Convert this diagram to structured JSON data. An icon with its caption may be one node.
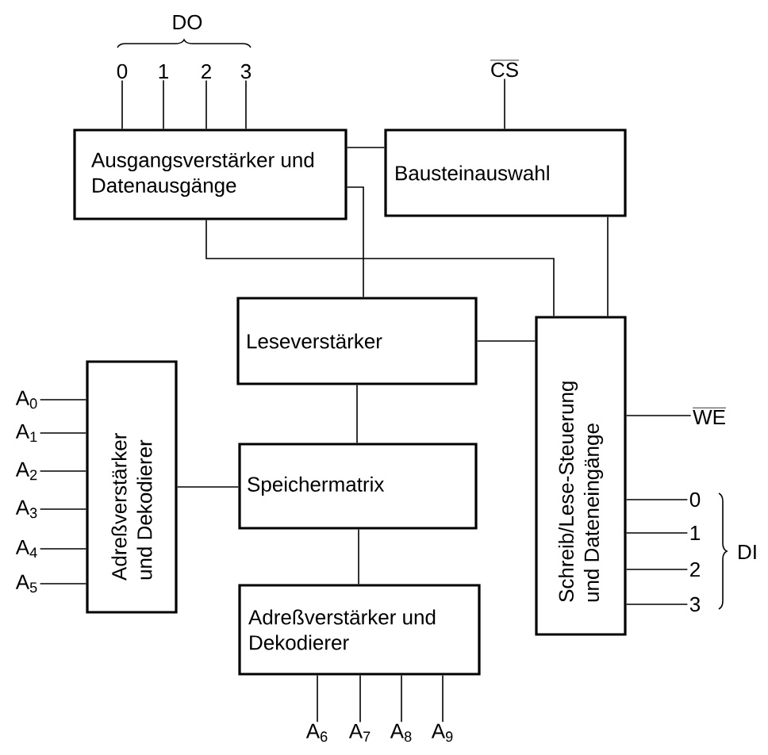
{
  "diagram": {
    "nodes": [
      {
        "text": [
          "Ausgangsverstärker und Datenausgänge"
        ]
      },
      {
        "text": [
          "Bausteinauswahl"
        ]
      },
      {
        "text": [
          "Leseverstärker"
        ]
      },
      {
        "text": [
          "Schreib/Lese-Steuerung und Dateneingänge"
        ]
      },
      {
        "text": [
          "Adreßverstärker und Dekodierer"
        ]
      },
      {
        "text": [
          "Speichermatrix"
        ]
      },
      {
        "text": [
          "Adreßverstärker und Dekodierer"
        ]
      },
      {
        "text": [
          "0"
        ]
      },
      {
        "text": [
          "1"
        ]
      },
      {
        "text": [
          "2"
        ]
      },
      {
        "text": [
          "3"
        ]
      },
      {
        "text": [
          "CS"
        ]
      },
      {
        "text": [
          "A$_{0}$"
        ]
      },
      {
        "text": [
          "A$_{1}$"
        ]
      },
      {
        "text": [
          "A$_{2}$"
        ]
      },
      {
        "text": [
          "A$_{3}$"
        ]
      },
      {
        "text": [
          "A$_{4}$"
        ]
      },
      {
        "text": [
          "A$_{5}$"
        ]
      },
      {
        "text": [
          "WE"
        ]
      },
      {
        "text": [
          "0"
        ]
      },
      {
        "text": [
          "1"
        ]
      },
      {
        "text": [
          "2"
        ]
      },
      {
        "text": [
          "3"
        ]
      },
      {
        "text": [
          "A$_{6}$"
        ]
      },
      {
        "text": [
          "A$_{7}$"
        ]
      },
      {
        "text": [
          "A$_{8}$"
        ]
      },
      {
        "text": [
          "A$_{9}$"
        ]
      }
    ],
    "edges": [
      {
        "from": 0,
        "to": 1,
        "arrow": "none"
      },
      {
        "from": 0,
        "to": 2,
        "arrow": "none"
      },
      {
        "from": 0,
        "to": 3,
        "arrow": "none"
      },
      {
        "from": 1,
        "to": 3,
        "arrow": "none"
      },
      {
        "from": 2,
        "to": 3,
        "arrow": "none"
      },
      {
        "from": 2,
        "to": 5,
        "arrow": "none"
      },
      {
        "from": 4,
        "to": 5,
        "arrow": "none"
      },
      {
        "from": 5,
        "to": 6,
        "arrow": "none"
      },
      {
        "from": 0,
        "to": 7,
        "arrow": "none"
      },
      {
        "from": 0,
        "to": 8,
        "arrow": "none"
      },
      {
        "from": 0,
        "to": 9,
        "arrow": "none"
      },
      {
        "from": 0,
        "to": 10,
        "arrow": "none"
      },
      {
        "from": 11,
        "to": 1,
        "arrow": "none"
      },
      {
        "from": 12,
        "to": 4,
        "arrow": "none"
      },
      {
        "from": 13,
        "to": 4,
        "arrow": "none"
      },
      {
        "from": 14,
        "to": 4,
        "arrow": "none"
      },
      {
        "from": 15,
        "to": 4,
        "arrow": "none"
      },
      {
        "from": 16,
        "to": 4,
        "arrow": "none"
      },
      {
        "from": 17,
        "to": 4,
        "arrow": "none"
      },
      {
        "from": 18,
        "to": 3,
        "arrow": "none"
      },
      {
        "from": 19,
        "to": 3,
        "arrow": "none"
      },
      {
        "from": 20,
        "to": 3,
        "arrow": "none"
      },
      {
        "from": 21,
        "to": 3,
        "arrow": "none"
      },
      {
        "from": 22,
        "to": 3,
        "arrow": "none"
      },
      {
        "from": 23,
        "to": 6,
        "arrow": "none"
      },
      {
        "from": 24,
        "to": 6,
        "arrow": "none"
      },
      {
        "from": 25,
        "to": 6,
        "arrow": "none"
      },
      {
        "from": 26,
        "to": 6,
        "arrow": "none"
      }
    ],
    "labels": [
      "DO",
      "DI"
    ]
  }
}
